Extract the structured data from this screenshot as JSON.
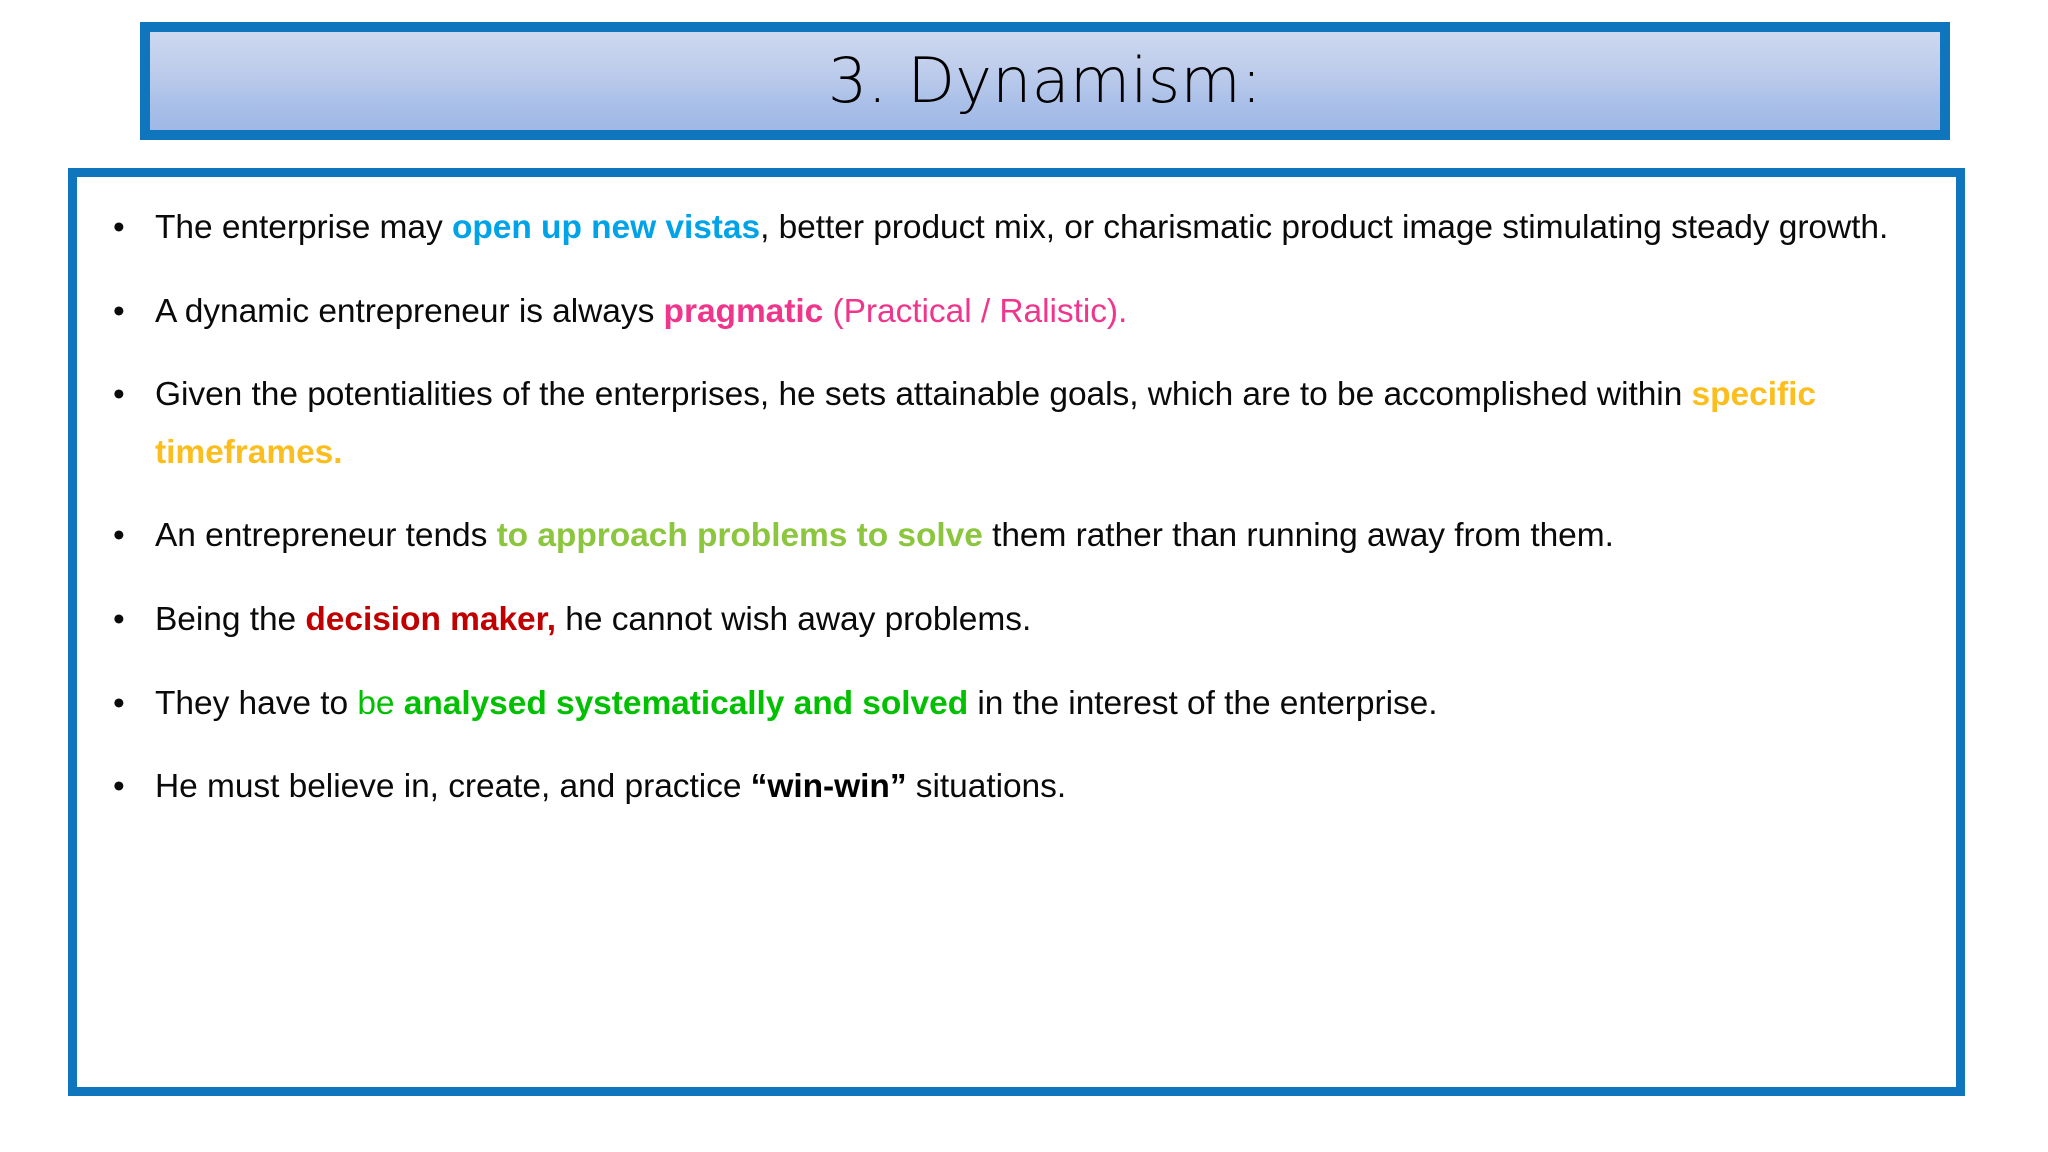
{
  "slide": {
    "title": "3. Dynamism:",
    "bullet_glyph": "•",
    "colors": {
      "border_blue": "#0f75bc",
      "title_fill_top": "#cdd8f0",
      "title_fill_bottom": "#9fb8e6",
      "cyan": "#00a2e8",
      "pink": "#f0368c",
      "yellow": "#fcbe1e",
      "yellow_green": "#8cc63f",
      "dark_red": "#c00000",
      "green": "#00c000",
      "text_black": "#0a0a0a"
    }
  },
  "bullets": [
    {
      "runs": [
        {
          "text": "The enterprise may ",
          "style": "plain"
        },
        {
          "text": "open up new vistas",
          "style": "cyan"
        },
        {
          "text": ", better product mix, or charismatic product image stimulating steady growth.",
          "style": "plain"
        }
      ]
    },
    {
      "runs": [
        {
          "text": "A dynamic entrepreneur is always ",
          "style": "plain"
        },
        {
          "text": "pragmatic",
          "style": "pink-bold"
        },
        {
          "text": " ",
          "style": "plain"
        },
        {
          "text": "(Practical / Ralistic).",
          "style": "pink"
        }
      ]
    },
    {
      "runs": [
        {
          "text": "Given the potentialities of the enterprises, he sets attainable goals, which are to be accomplished within ",
          "style": "plain"
        },
        {
          "text": "specific timeframes.",
          "style": "yellow"
        }
      ]
    },
    {
      "runs": [
        {
          "text": "An entrepreneur tends ",
          "style": "plain"
        },
        {
          "text": "to approach problems to solve",
          "style": "yellow-green"
        },
        {
          "text": " them rather than running away from them.",
          "style": "plain"
        }
      ]
    },
    {
      "runs": [
        {
          "text": "Being the ",
          "style": "plain"
        },
        {
          "text": "decision maker,",
          "style": "dark-red"
        },
        {
          "text": " he cannot wish away problems.",
          "style": "plain"
        }
      ]
    },
    {
      "runs": [
        {
          "text": "They have to ",
          "style": "plain"
        },
        {
          "text": "be ",
          "style": "green"
        },
        {
          "text": "analysed systematically and solved",
          "style": "green-bold"
        },
        {
          "text": " in the interest of the enterprise.",
          "style": "plain"
        }
      ]
    },
    {
      "runs": [
        {
          "text": "He must believe in, create, and practice ",
          "style": "plain"
        },
        {
          "text": "“win-win”",
          "style": "black-bold"
        },
        {
          "text": " situations.",
          "style": "plain"
        }
      ]
    }
  ]
}
